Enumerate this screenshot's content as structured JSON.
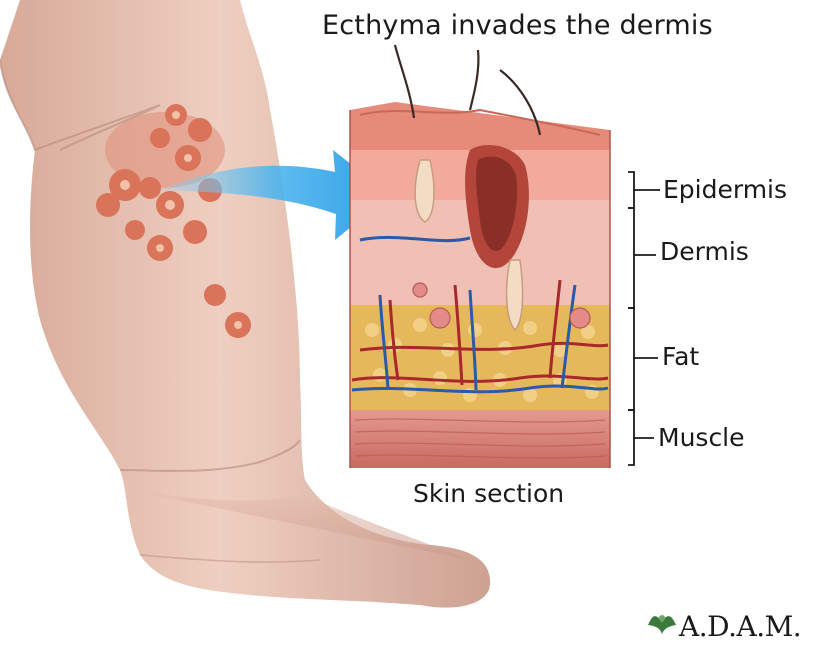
{
  "diagram": {
    "title": "Ecthyma invades the dermis",
    "layers": {
      "epidermis": "Epidermis",
      "dermis": "Dermis",
      "fat": "Fat",
      "muscle": "Muscle"
    },
    "caption": "Skin section",
    "logo_text": "A.D.A.M."
  },
  "colors": {
    "skin": "#e8c2b0",
    "skin_shadow": "#c99a88",
    "lesion": "#d9735a",
    "arrow": "#4db4ee",
    "epidermis": "#f2aa9c",
    "dermis": "#f0c0b4",
    "fat": "#e6b85c",
    "muscle": "#d98077",
    "vessel_red": "#a8282c",
    "vessel_blue": "#2a5aa8",
    "logo_green": "#3b7a3b"
  }
}
